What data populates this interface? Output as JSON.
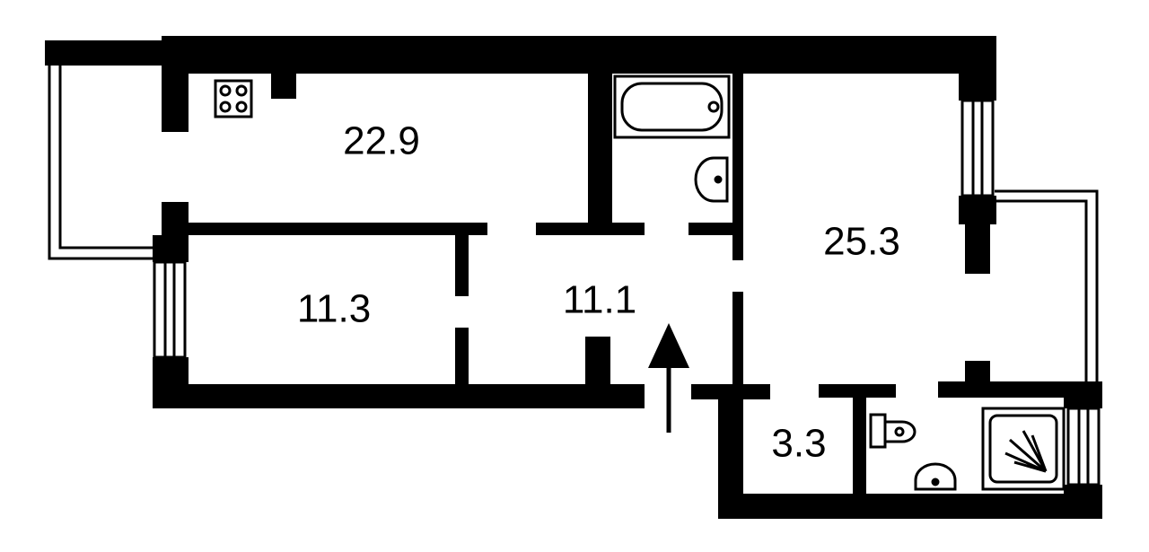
{
  "plan": {
    "wall_color": "#000000",
    "background": "#ffffff",
    "rooms": [
      {
        "id": "kitchen",
        "area": "22.9"
      },
      {
        "id": "bedroom",
        "area": "11.3"
      },
      {
        "id": "hall",
        "area": "11.1"
      },
      {
        "id": "living-room",
        "area": "25.3"
      },
      {
        "id": "wc-small",
        "area": "3.3"
      }
    ],
    "icons": [
      "stove-icon",
      "bathtub-icon",
      "sink-icon",
      "toilet-icon",
      "shower-icon",
      "entrance-arrow-icon",
      "window-icon",
      "balcony-icon"
    ]
  }
}
